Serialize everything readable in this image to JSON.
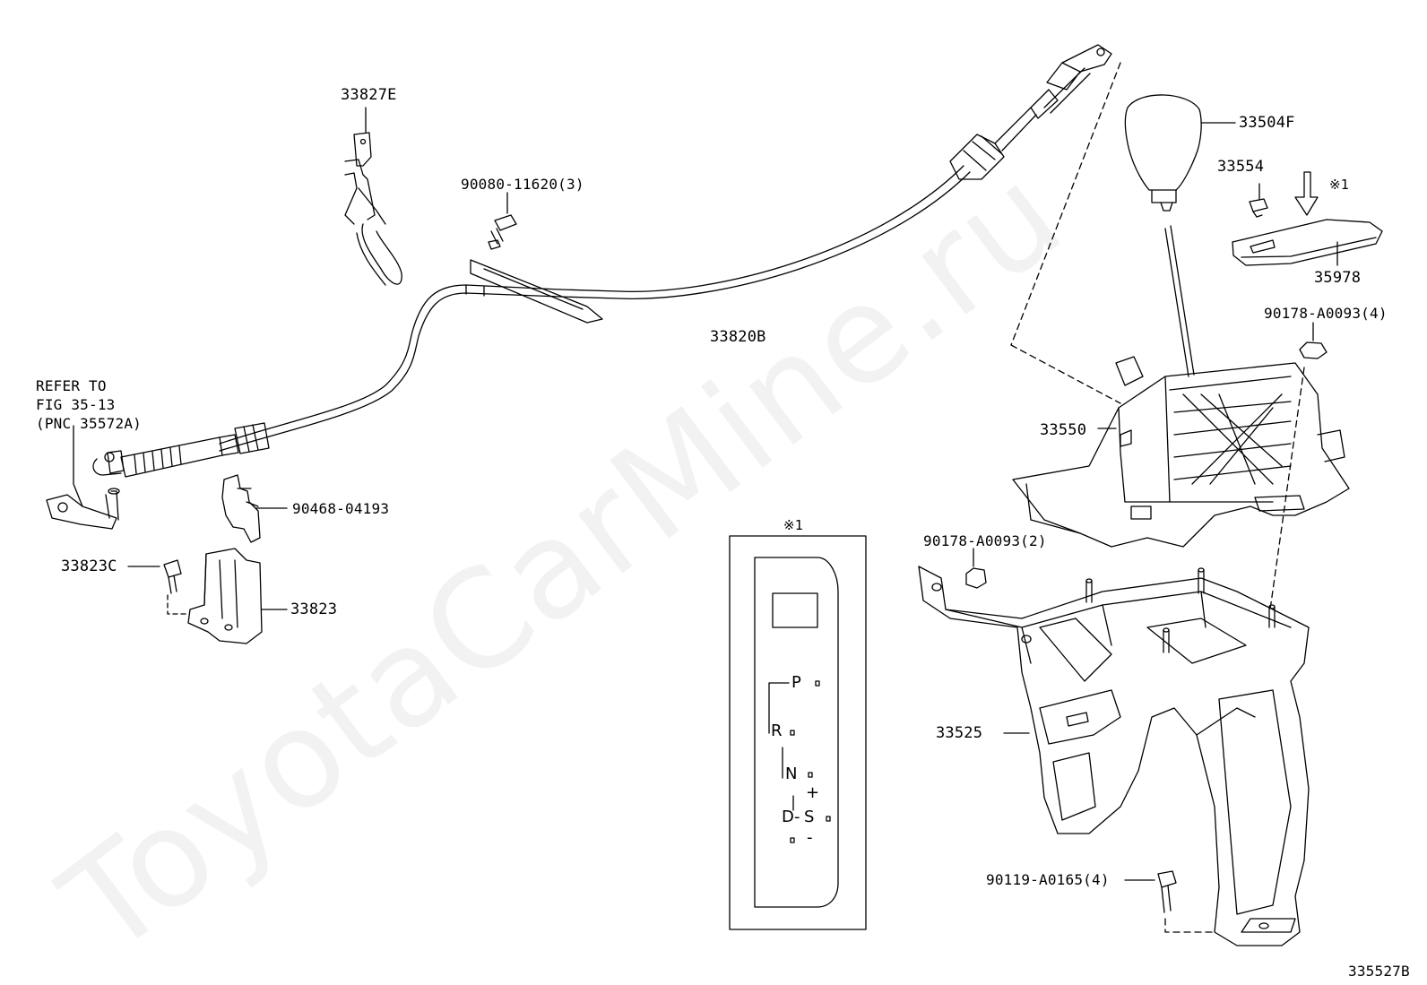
{
  "watermark": "ToyotaCarMine.ru",
  "figure_code": "335527B",
  "inset_marker": "※1",
  "refer_note": {
    "line1": "REFER TO",
    "line2": "FIG 35-13",
    "line3": "(PNC 35572A)"
  },
  "part_labels": {
    "p33827E": "33827E",
    "p90080": "90080-11620(3)",
    "p33820B": "33820B",
    "p90468": "90468-04193",
    "p33823C": "33823C",
    "p33823": "33823",
    "p33504F": "33504F",
    "p33554": "33554",
    "p35978": "35978",
    "p90178_4": "90178-A0093(4)",
    "p33550": "33550",
    "p90178_2": "90178-A0093(2)",
    "p33525": "33525",
    "p90119": "90119-A0165(4)"
  },
  "shift_pattern": {
    "p": "P",
    "r": "R",
    "n": "N",
    "d": "D",
    "dash": "-",
    "s": "S",
    "plus": "+",
    "minus": "-"
  }
}
